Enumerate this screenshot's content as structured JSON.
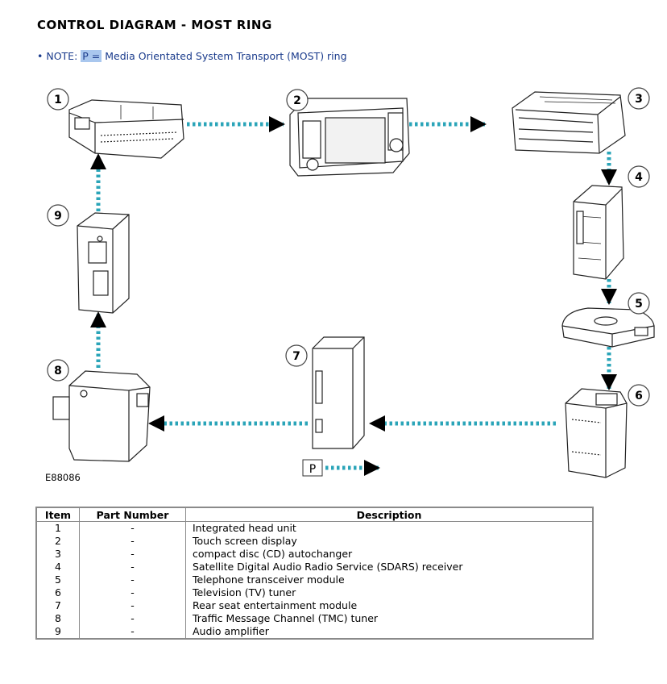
{
  "title": "CONTROL DIAGRAM - MOST RING",
  "note": {
    "bullet": "•",
    "prefix": "NOTE:",
    "symbol": "P =",
    "text": "Media Orientated System Transport (MOST) ring"
  },
  "diagram": {
    "figure_code": "E88086",
    "legend_symbol": "P",
    "callouts": [
      "1",
      "2",
      "3",
      "4",
      "5",
      "6",
      "7",
      "8",
      "9"
    ],
    "colors": {
      "most_link": "#2aa4b8",
      "arrow": "#000000",
      "component_stroke": "#222222"
    }
  },
  "table": {
    "headers": [
      "Item",
      "Part Number",
      "Description"
    ],
    "rows": [
      {
        "item": "1",
        "part": "-",
        "desc": "Integrated head unit"
      },
      {
        "item": "2",
        "part": "-",
        "desc": "Touch screen display"
      },
      {
        "item": "3",
        "part": "-",
        "desc": "compact disc (CD) autochanger"
      },
      {
        "item": "4",
        "part": "-",
        "desc": "Satellite Digital Audio Radio Service (SDARS) receiver"
      },
      {
        "item": "5",
        "part": "-",
        "desc": "Telephone transceiver module"
      },
      {
        "item": "6",
        "part": "-",
        "desc": "Television (TV) tuner"
      },
      {
        "item": "7",
        "part": "-",
        "desc": "Rear seat entertainment module"
      },
      {
        "item": "8",
        "part": "-",
        "desc": "Traffic Message Channel (TMC) tuner"
      },
      {
        "item": "9",
        "part": "-",
        "desc": "Audio amplifier"
      }
    ]
  }
}
